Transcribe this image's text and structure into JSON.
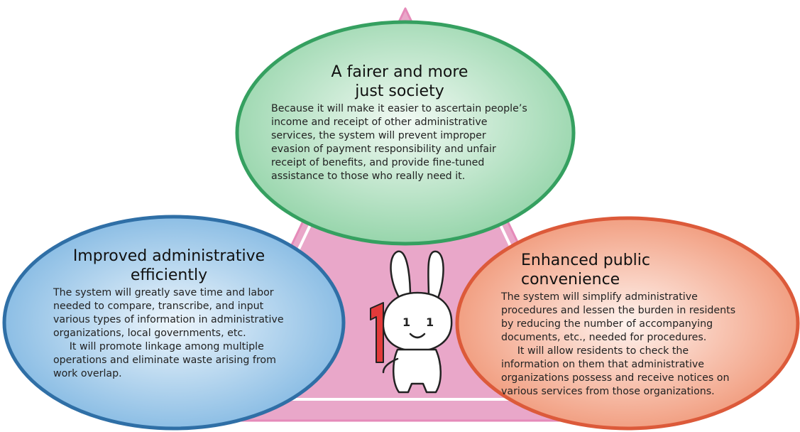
{
  "colors": {
    "triangle_fill": "#e9a7c9",
    "triangle_stroke": "#e58ab9",
    "top_ellipse_fill": "#a9ddb9",
    "top_ellipse_stroke": "#35a060",
    "left_ellipse_fill": "#8ec0e6",
    "left_ellipse_stroke": "#2f6fa6",
    "right_ellipse_fill": "#f2a488",
    "right_ellipse_stroke": "#dc5a3a",
    "mascot_accent": "#e23a3a"
  },
  "top": {
    "title_line1": "A fairer and more",
    "title_line2": "just society",
    "body": "Because it will make it easier to ascertain people’s income and receipt of other administrative services, the system will prevent improper evasion of payment responsibility and unfair receipt of benefits, and provide fine-tuned assistance to those who really need it."
  },
  "left": {
    "title_line1": "Improved administrative",
    "title_line2": "efficiently",
    "para1": "The system will greatly save time and labor needed to compare, transcribe, and input various types of information in administrative organizations, local governments, etc.",
    "para2": "It will promote linkage among multiple operations and eliminate waste arising from work overlap."
  },
  "right": {
    "title": "Enhanced public convenience",
    "para1": "The system will simplify administrative procedures and lessen the burden in residents by reducing the number of accompanying documents, etc., needed for procedures.",
    "para2": "It will allow residents to check the information on them that administrative organizations possess and receive notices on various services from those organizations."
  },
  "mascot": {
    "icon": "rabbit-mascot-icon",
    "numeral": "1",
    "eye_left": "1",
    "eye_right": "1"
  }
}
